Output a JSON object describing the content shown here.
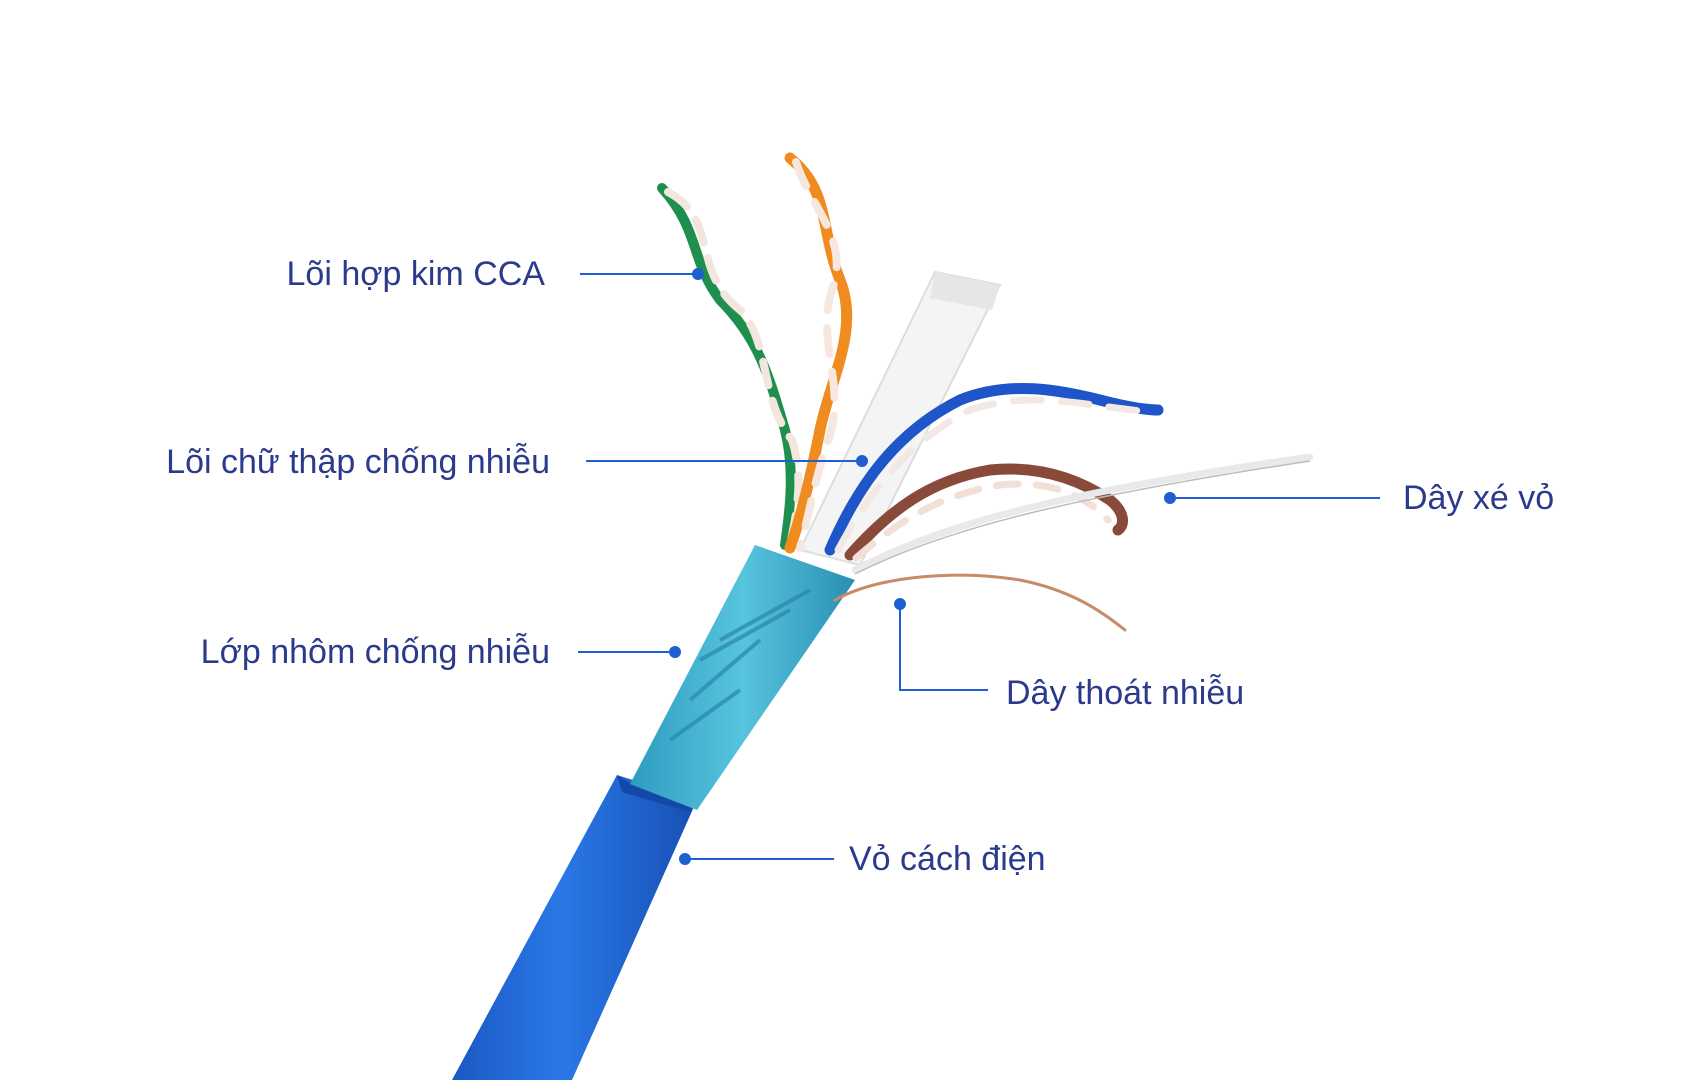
{
  "colors": {
    "label_text": "#2b3a8c",
    "leader_line": "#1f5fcf",
    "jacket": "#1d63d3",
    "foil": "#35a7c8",
    "green_wire": "#1f8f4e",
    "orange_wire": "#f08b1f",
    "blue_wire": "#1e55c8",
    "brown_wire": "#8a4a3a",
    "spline": "#f2f2f2",
    "drain_wire": "#c98a6a"
  },
  "labels": {
    "core": "Lõi hợp kim CCA",
    "spline": "Lõi chữ thập chống nhiễu",
    "foil": "Lớp nhôm chống nhiễu",
    "ripcord": "Dây xé vỏ",
    "drain": "Dây thoát nhiễu",
    "jacket": "Vỏ cách điện"
  }
}
